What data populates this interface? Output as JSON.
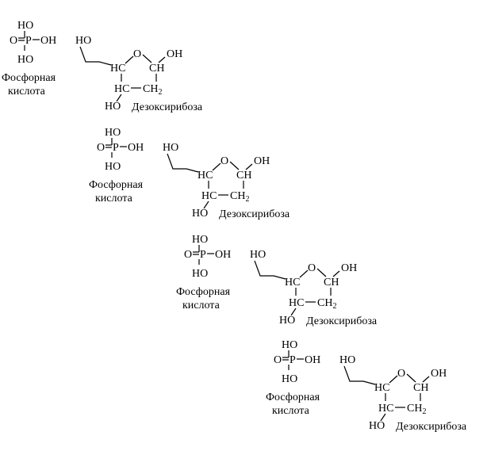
{
  "groups": [
    {
      "phosphate": {
        "top_oh": "HO",
        "o": "O",
        "p": "P",
        "right_oh": "OH",
        "bottom_oh": "HO",
        "label_line1": "Фосфорная",
        "label_line2": "кислота"
      },
      "sugar": {
        "ho_top": "HO",
        "hc_top": "HC",
        "ring_o": "O",
        "oh_right": "OH",
        "ch_right": "CH",
        "hc_bottom": "HC",
        "ch2": "CH",
        "ch2_sub": "2",
        "ho_bottom": "HO",
        "label": "Дезоксирибоза"
      }
    },
    {
      "phosphate": {
        "top_oh": "HO",
        "o": "O",
        "p": "P",
        "right_oh": "OH",
        "bottom_oh": "HO",
        "label_line1": "Фосфорная",
        "label_line2": "кислота"
      },
      "sugar": {
        "ho_top": "HO",
        "hc_top": "HC",
        "ring_o": "O",
        "oh_right": "OH",
        "ch_right": "CH",
        "hc_bottom": "HC",
        "ch2": "CH",
        "ch2_sub": "2",
        "ho_bottom": "HO",
        "label": "Дезоксирибоза"
      }
    },
    {
      "phosphate": {
        "top_oh": "HO",
        "o": "O",
        "p": "P",
        "right_oh": "OH",
        "bottom_oh": "HO",
        "label_line1": "Фосфорная",
        "label_line2": "кислота"
      },
      "sugar": {
        "ho_top": "HO",
        "hc_top": "HC",
        "ring_o": "O",
        "oh_right": "OH",
        "ch_right": "CH",
        "hc_bottom": "HC",
        "ch2": "CH",
        "ch2_sub": "2",
        "ho_bottom": "HO",
        "label": "Дезоксирибоза"
      }
    },
    {
      "phosphate": {
        "top_oh": "HO",
        "o": "O",
        "p": "P",
        "right_oh": "OH",
        "bottom_oh": "HO",
        "label_line1": "Фосфорная",
        "label_line2": "кислота"
      },
      "sugar": {
        "ho_top": "HO",
        "hc_top": "HC",
        "ring_o": "O",
        "oh_right": "OH",
        "ch_right": "CH",
        "hc_bottom": "HC",
        "ch2": "CH",
        "ch2_sub": "2",
        "ho_bottom": "HO",
        "label": "Дезоксирибоза"
      }
    }
  ]
}
